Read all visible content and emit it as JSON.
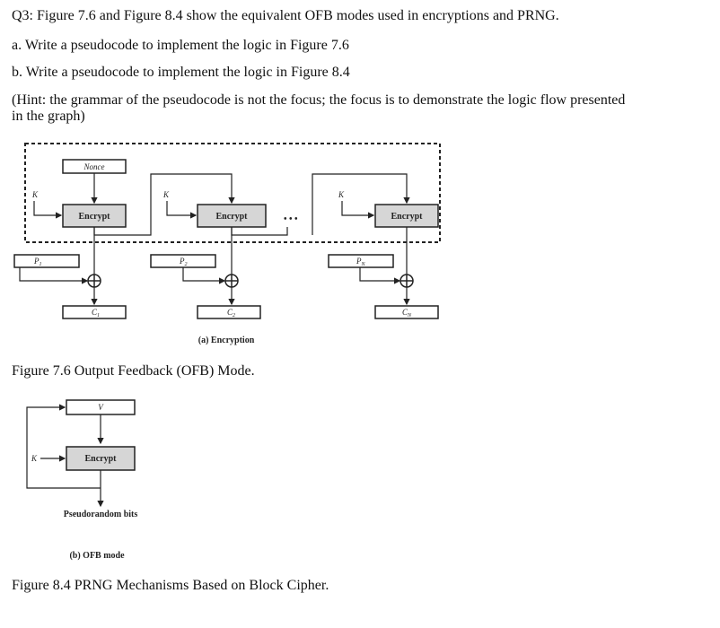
{
  "question": {
    "title": "Q3: Figure 7.6 and Figure 8.4 show the equivalent OFB modes used in encryptions and PRNG.",
    "part_a": "a. Write a pseudocode to implement the logic in Figure 7.6",
    "part_b": "b. Write a pseudocode to implement the logic in Figure 8.4",
    "hint_line1": "(Hint: the grammar of the pseudocode is not the focus; the focus is to demonstrate the logic flow presented",
    "hint_line2": "in the graph)"
  },
  "figure_7_6": {
    "nonce": "Nonce",
    "key": "K",
    "encrypt": "Encrypt",
    "ellipsis": "• • •",
    "plaintexts": [
      "P",
      "P",
      "P"
    ],
    "plaintext_subs": [
      "1",
      "2",
      "N"
    ],
    "ciphertexts": [
      "C",
      "C",
      "C"
    ],
    "ciphertext_subs": [
      "1",
      "2",
      "N"
    ],
    "subcaption": "(a) Encryption",
    "caption": "Figure 7.6 Output Feedback (OFB) Mode."
  },
  "figure_8_4": {
    "v": "V",
    "key": "K",
    "encrypt": "Encrypt",
    "output": "Pseudorandom bits",
    "subcaption": "(b) OFB mode",
    "caption": "Figure 8.4 PRNG Mechanisms Based on Block Cipher."
  }
}
